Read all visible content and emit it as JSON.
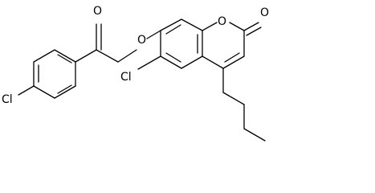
{
  "molecule": {
    "atoms": [
      {
        "id": "cl_left",
        "symbol": "Cl"
      },
      {
        "id": "o_ketone",
        "symbol": "O"
      },
      {
        "id": "o_ether",
        "symbol": "O"
      },
      {
        "id": "o_ring",
        "symbol": "O"
      },
      {
        "id": "o_lactone",
        "symbol": "O"
      },
      {
        "id": "cl_ring",
        "symbol": "Cl"
      }
    ]
  },
  "colors": {
    "bond": "#000000",
    "background": "#ffffff"
  }
}
